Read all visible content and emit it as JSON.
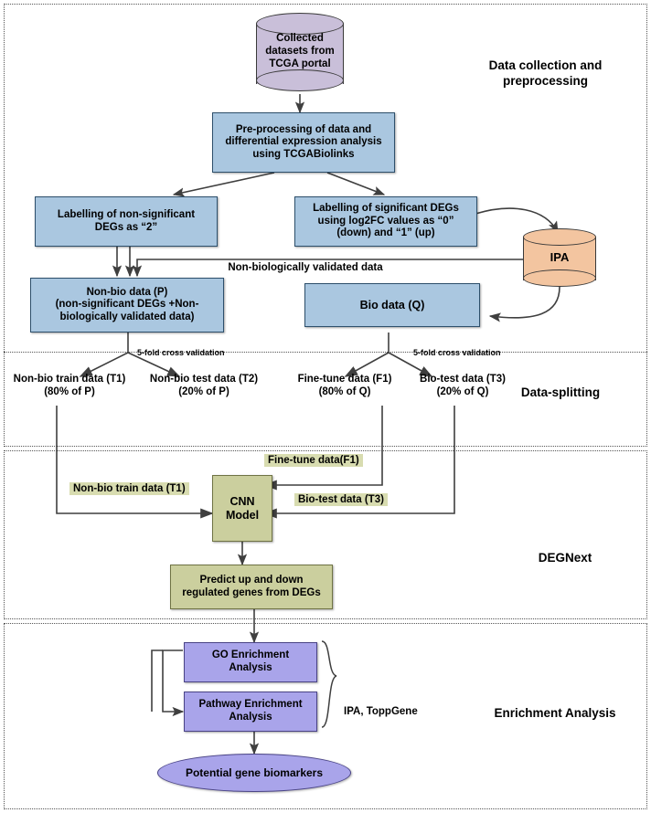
{
  "diagram": {
    "title": "DEGNext pipeline flowchart",
    "colors": {
      "blue_fill": "#aac7e0",
      "blue_stroke": "#2d4f6b",
      "olive_fill": "#cbcf9e",
      "olive_stroke": "#6f7344",
      "purple_fill": "#a9a4ea",
      "purple_stroke": "#4a4486",
      "lavender_cylinder": "#c9bfd9",
      "peach_cylinder": "#f3c5a0",
      "label_highlight": "#d8dcb0",
      "arrow": "#3f3f3f",
      "border_dotted": "#555555"
    },
    "sections": [
      {
        "id": "data-collection",
        "label": "Data collection and\npreprocessing"
      },
      {
        "id": "data-splitting",
        "label": "Data-splitting"
      },
      {
        "id": "degnext",
        "label": "DEGNext"
      },
      {
        "id": "enrichment",
        "label": "Enrichment Analysis"
      }
    ],
    "nodes": {
      "collected_datasets": "Collected\ndatasets from\nTCGA portal",
      "preprocessing": "Pre-processing of data and\ndifferential expression analysis\nusing TCGABiolinks",
      "label_nonsig": "Labelling of non-significant\nDEGs as “2”",
      "label_sig": "Labelling of significant DEGs\nusing log2FC values as “0”\n(down) and “1” (up)",
      "ipa": "IPA",
      "nonbio_data": "Non-bio data (P)\n(non-significant DEGs +Non-\nbiologically validated data)",
      "bio_data": "Bio data (Q)",
      "cnn_model": "CNN\nModel",
      "predict": "Predict up and down\nregulated genes from DEGs",
      "go_enrichment": "GO Enrichment\nAnalysis",
      "pathway_enrichment": "Pathway Enrichment\nAnalysis",
      "biomarkers": "Potential gene biomarkers"
    },
    "edge_labels": {
      "non_bio_validated": "Non-biologically validated data",
      "cv_left": "5-fold cross validation",
      "cv_right": "5-fold cross validation",
      "t1": "Non-bio train data (T1)",
      "f1": "Fine-tune data(F1)",
      "t3": "Bio-test data (T3)",
      "tools": "IPA, ToppGene"
    },
    "split_labels": {
      "t1": "Non-bio train data (T1)\n(80% of P)",
      "t2": "Non-bio test data (T2)\n(20% of P)",
      "f1": "Fine-tune data (F1)\n(80% of Q)",
      "t3": "Bio-test data (T3)\n(20% of Q)"
    }
  }
}
